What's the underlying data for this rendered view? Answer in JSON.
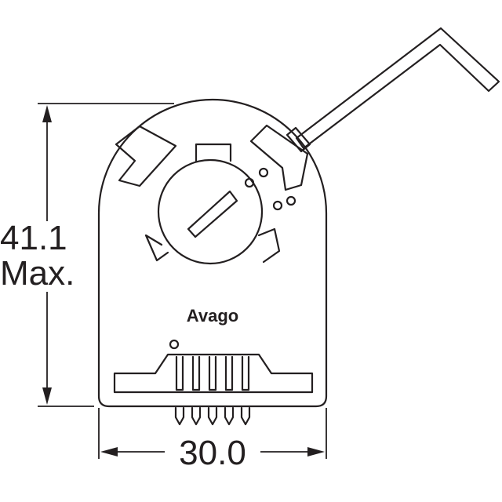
{
  "dimensions": {
    "height_value": "41.1",
    "height_note": "Max.",
    "width_value": "30.0"
  },
  "brand": {
    "logo_text": "Avago"
  }
}
